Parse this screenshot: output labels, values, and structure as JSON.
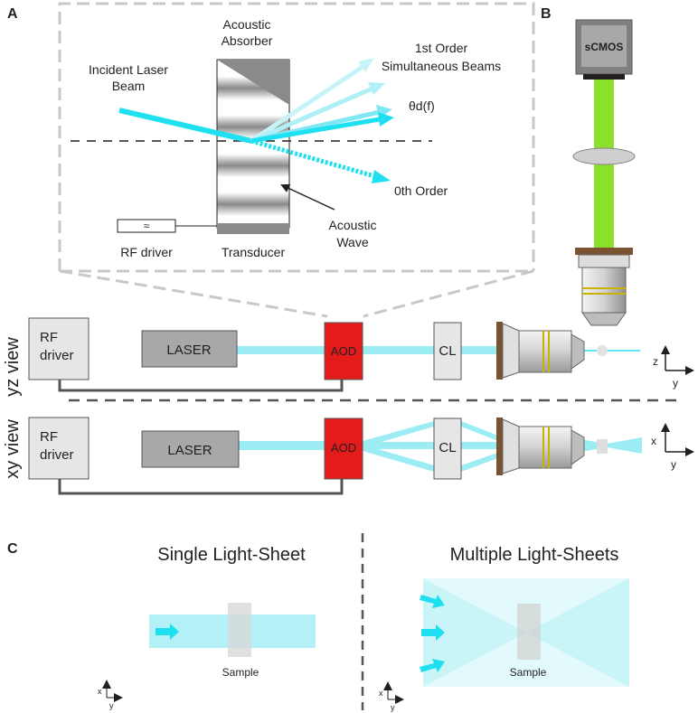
{
  "panels": {
    "a": "A",
    "b": "B",
    "c": "C"
  },
  "inset": {
    "absorber_line1": "Acoustic",
    "absorber_line2": "Absorber",
    "first_order_line1": "1st Order",
    "first_order_line2": "Simultaneous Beams",
    "incident_line1": "Incident Laser",
    "incident_line2": "Beam",
    "theta": "θd(f)",
    "zeroth_order": "0th Order",
    "acoustic_wave_line1": "Acoustic",
    "acoustic_wave_line2": "Wave",
    "rf_driver": "RF driver",
    "rf_symbol": "≈",
    "transducer": "Transducer"
  },
  "camera": {
    "label": "sCMOS"
  },
  "yz_row": {
    "view_label": "yz view",
    "rf_line1": "RF",
    "rf_line2": "driver",
    "laser": "LASER",
    "aod": "AOD",
    "cl": "CL",
    "axis_v": "z",
    "axis_h": "y"
  },
  "xy_row": {
    "view_label": "xy view",
    "rf_line1": "RF",
    "rf_line2": "driver",
    "laser": "LASER",
    "aod": "AOD",
    "cl": "CL",
    "axis_v": "x",
    "axis_h": "y"
  },
  "panel_c": {
    "single_title": "Single Light-Sheet",
    "multi_title": "Multiple Light-Sheets",
    "sample_left": "Sample",
    "sample_right": "Sample",
    "axis_left_v": "x",
    "axis_left_h": "y",
    "axis_right_v": "x",
    "axis_right_h": "y"
  },
  "colors": {
    "beam": "#1ee0f0",
    "beam_light": "#9cecf4",
    "sheet": "#a6eff6",
    "aod": "#e31b1b",
    "green": "#8ae02a",
    "box_gray": "#a8a8a8",
    "box_light": "#e6e6e6",
    "dash_gray": "#c8c8c8"
  }
}
